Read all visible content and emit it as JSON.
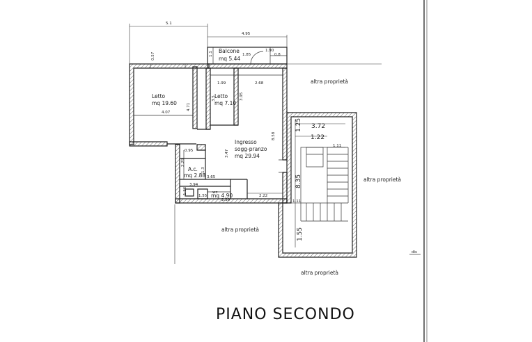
{
  "title": "PIANO SECONDO",
  "rooms": {
    "letto1": {
      "name": "Letto",
      "area": "mq 19.60"
    },
    "letto2": {
      "name": "Letto",
      "area": "mq 7.10"
    },
    "balcone": {
      "name": "Balcone",
      "area": "mq 5.44"
    },
    "ingresso": {
      "line1": "Ingresso",
      "line2": "sogg-pranzo",
      "area": "mq 29.94"
    },
    "ac": {
      "name": "A.c.",
      "area": "mq 2.88"
    },
    "wc": {
      "name": "wc",
      "area": "mq 4.90"
    }
  },
  "neighbors": {
    "right_top": "altra proprietà",
    "right_mid": "altra proprietà",
    "bottom_mid": "altra proprietà",
    "bottom_right": "altra proprietà"
  },
  "dimensions": {
    "top_width": "5.1",
    "balcony_width": "4.95",
    "d_057": "0.57",
    "d_11": "1.1",
    "d_185": "1.85",
    "d_190": "1.90",
    "d_08": "0.8",
    "d_199": "1.99",
    "d_268": "2.68",
    "d_35": "3.5",
    "d_395": "3.95",
    "d_407": "4.07",
    "d_471": "4.71",
    "d_858": "8.58",
    "d_095": "0.95",
    "d_347": "3.47",
    "d_229": "2.29",
    "d_13": "1.3",
    "d_365": "3.65",
    "d_394": "3.94",
    "d_136": "1.36",
    "d_155": "1.55",
    "d_239": "2.39",
    "d_222": "2.22",
    "d_372": "3.72",
    "d_125": "1.25",
    "d_122": "1.22",
    "d_111a": "1.11",
    "d_835": "8.35",
    "d_111b": "1.11",
    "d_155b": "1.55"
  },
  "side_note": "dis"
}
